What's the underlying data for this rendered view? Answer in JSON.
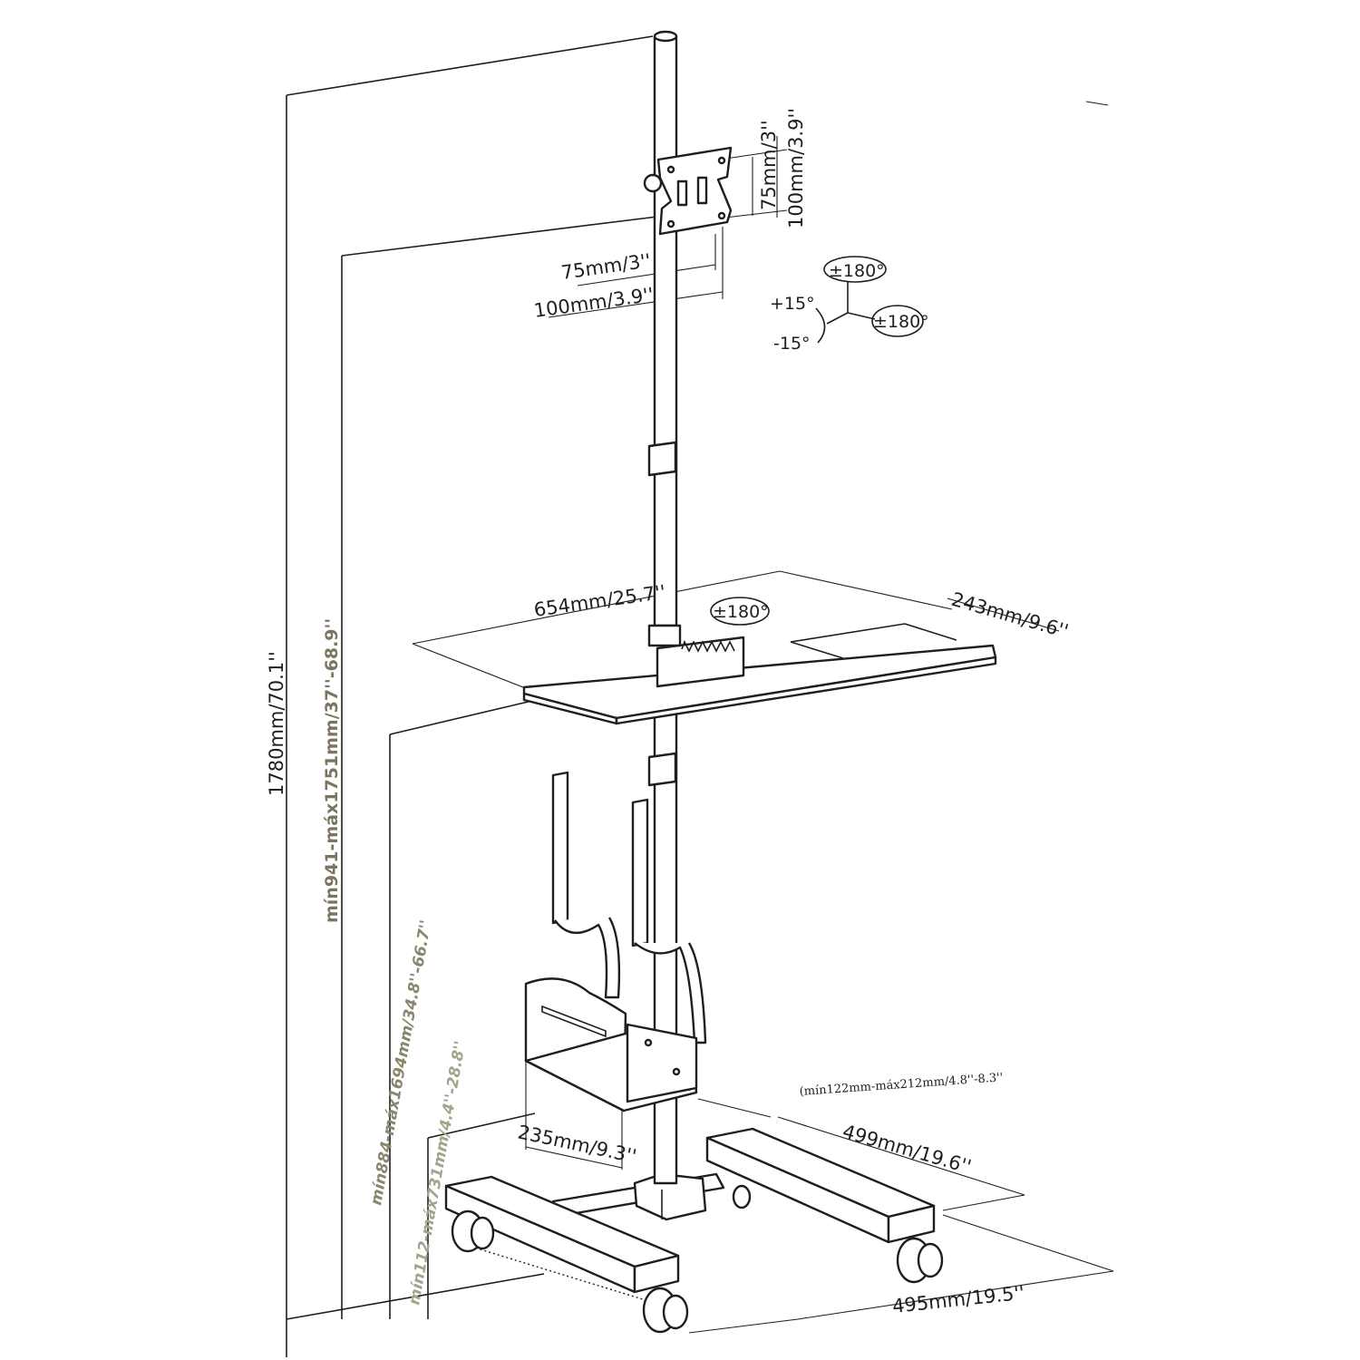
{
  "colors": {
    "line": "#1e1e1e",
    "accent_bold": "#7a7460",
    "accent_italic": "#8a866e",
    "accent_light": "#a6a38c"
  },
  "labels": {
    "vesa_h_75": "75mm/3''",
    "vesa_h_100": "100mm/3.9''",
    "vesa_v_75": "75mm/3''",
    "vesa_v_100": "100mm/3.9''",
    "rot_top": "±180°",
    "rot_right": "±180°",
    "tilt_up": "+15°",
    "tilt_down": "-15°",
    "shelf_width": "654mm/25.7''",
    "shelf_rot": "±180°",
    "shelf_depth": "243mm/9.6''",
    "total_height": "1780mm/70.1''",
    "monitor_height": "mín941-máx1751mm/37''-68.9''",
    "shelf_height": "mín884-máx1694mm/34.8''-66.7''",
    "cpu_height": "mín112-máx731mm/4.4''-28.8''",
    "cpu_holder_range": "(mín122mm-máx212mm/4.8''-8.3''",
    "cpu_width": "235mm/9.3''",
    "base_depth": "499mm/19.6''",
    "base_width": "495mm/19.5''"
  }
}
